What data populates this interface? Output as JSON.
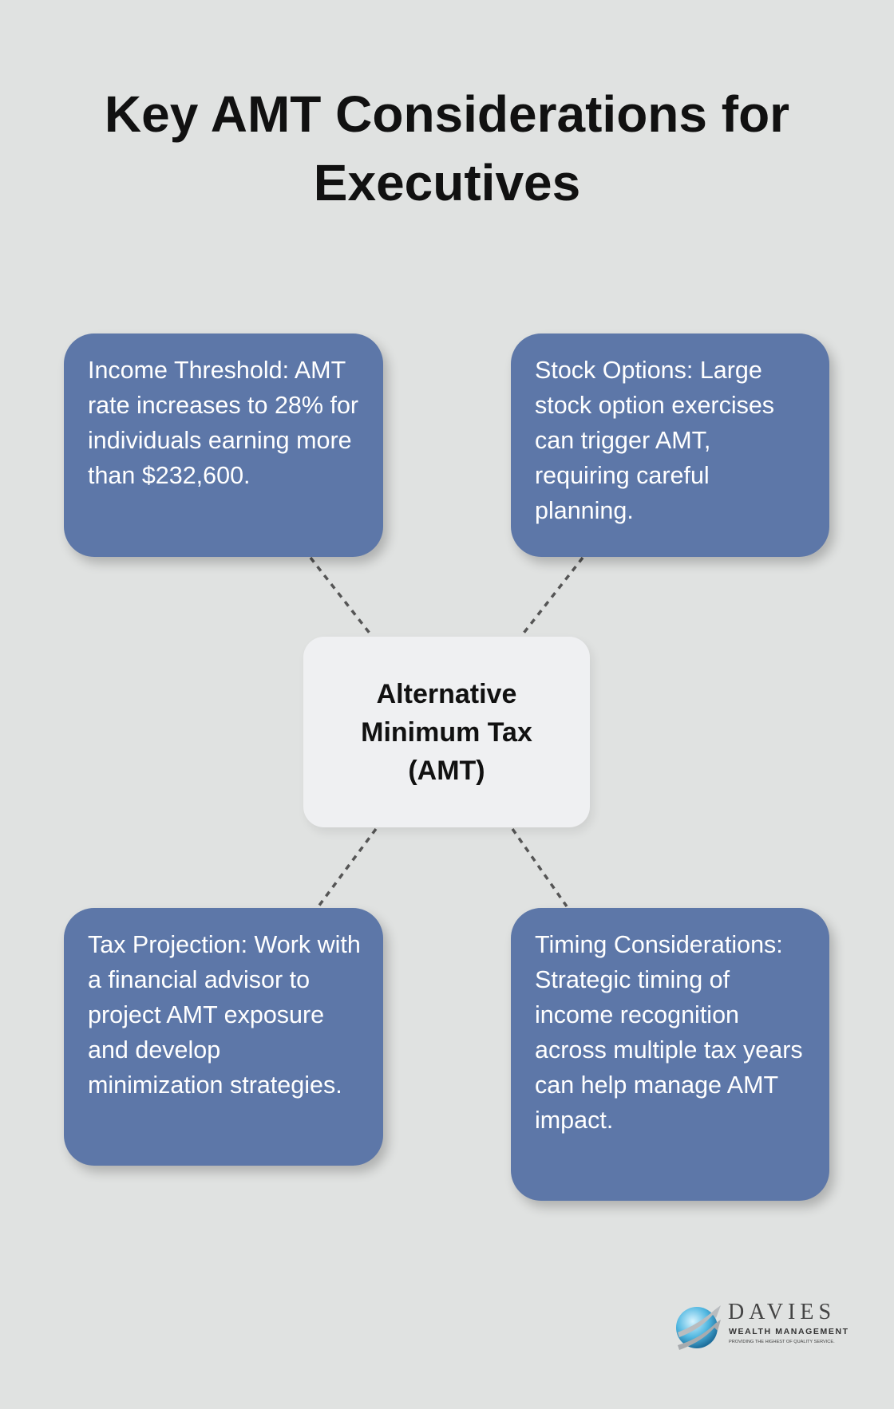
{
  "title": {
    "line1": "Key AMT Considerations for",
    "line2": "Executives"
  },
  "center": {
    "label": "Alternative Minimum Tax (AMT)"
  },
  "boxes": [
    {
      "text": "Income Threshold: AMT rate increases to 28% for individuals earning more than $232,600."
    },
    {
      "text": "Stock Options: Large stock option exercises can trigger AMT, requiring careful planning."
    },
    {
      "text": "Tax Projection: Work with a financial advisor to project AMT exposure and develop minimization strategies."
    },
    {
      "text": "Timing Considerations: Strategic timing of income recognition across multiple tax years can help manage AMT impact."
    }
  ],
  "logo": {
    "name": "DAVIES",
    "subtitle": "WEALTH MANAGEMENT",
    "tagline": "PROVIDING THE HIGHEST OF QUALITY SERVICE."
  },
  "colors": {
    "background": "#e0e2e1",
    "box": "#5d77a8",
    "center": "#eff0f2",
    "connector": "#555555"
  }
}
